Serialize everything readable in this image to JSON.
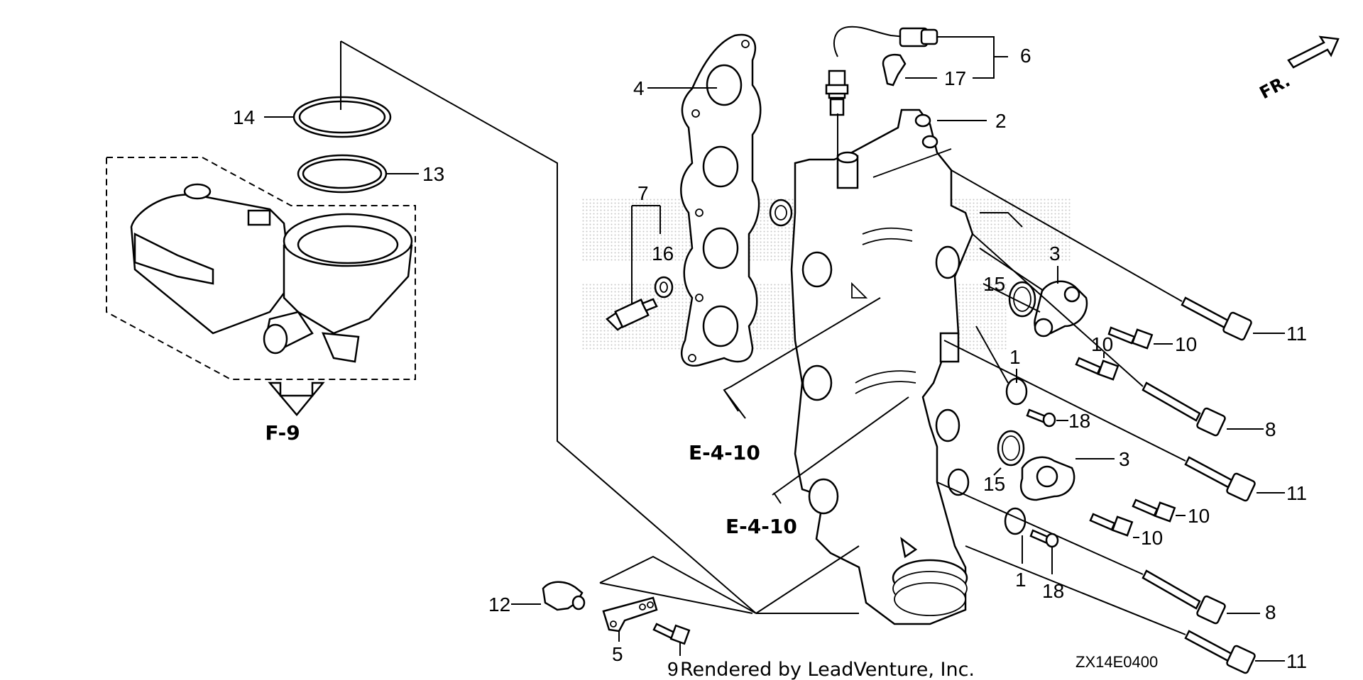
{
  "callouts": [
    {
      "id": "c1a",
      "text": "1"
    },
    {
      "id": "c1b",
      "text": "1"
    },
    {
      "id": "c2",
      "text": "2"
    },
    {
      "id": "c3a",
      "text": "3"
    },
    {
      "id": "c3b",
      "text": "3"
    },
    {
      "id": "c4",
      "text": "4"
    },
    {
      "id": "c5",
      "text": "5"
    },
    {
      "id": "c6",
      "text": "6"
    },
    {
      "id": "c7",
      "text": "7"
    },
    {
      "id": "c8a",
      "text": "8"
    },
    {
      "id": "c8b",
      "text": "8"
    },
    {
      "id": "c9",
      "text": "9"
    },
    {
      "id": "c10a",
      "text": "10"
    },
    {
      "id": "c10b",
      "text": "10"
    },
    {
      "id": "c10c",
      "text": "10"
    },
    {
      "id": "c10d",
      "text": "10"
    },
    {
      "id": "c11a",
      "text": "11"
    },
    {
      "id": "c11b",
      "text": "11"
    },
    {
      "id": "c11c",
      "text": "11"
    },
    {
      "id": "c12",
      "text": "12"
    },
    {
      "id": "c13",
      "text": "13"
    },
    {
      "id": "c14",
      "text": "14"
    },
    {
      "id": "c15a",
      "text": "15"
    },
    {
      "id": "c15b",
      "text": "15"
    },
    {
      "id": "c16",
      "text": "16"
    },
    {
      "id": "c17",
      "text": "17"
    },
    {
      "id": "c18a",
      "text": "18"
    },
    {
      "id": "c18b",
      "text": "18"
    }
  ],
  "references": {
    "f9": "F-9",
    "e410_upper": "E-4-10",
    "e410_lower": "E-4-10"
  },
  "direction_marker": "FR.",
  "diagram_code": "ZX14E0400",
  "credit": "Rendered by LeadVenture, Inc.",
  "watermark_color": "#c8c8c8",
  "line_color": "#000000"
}
